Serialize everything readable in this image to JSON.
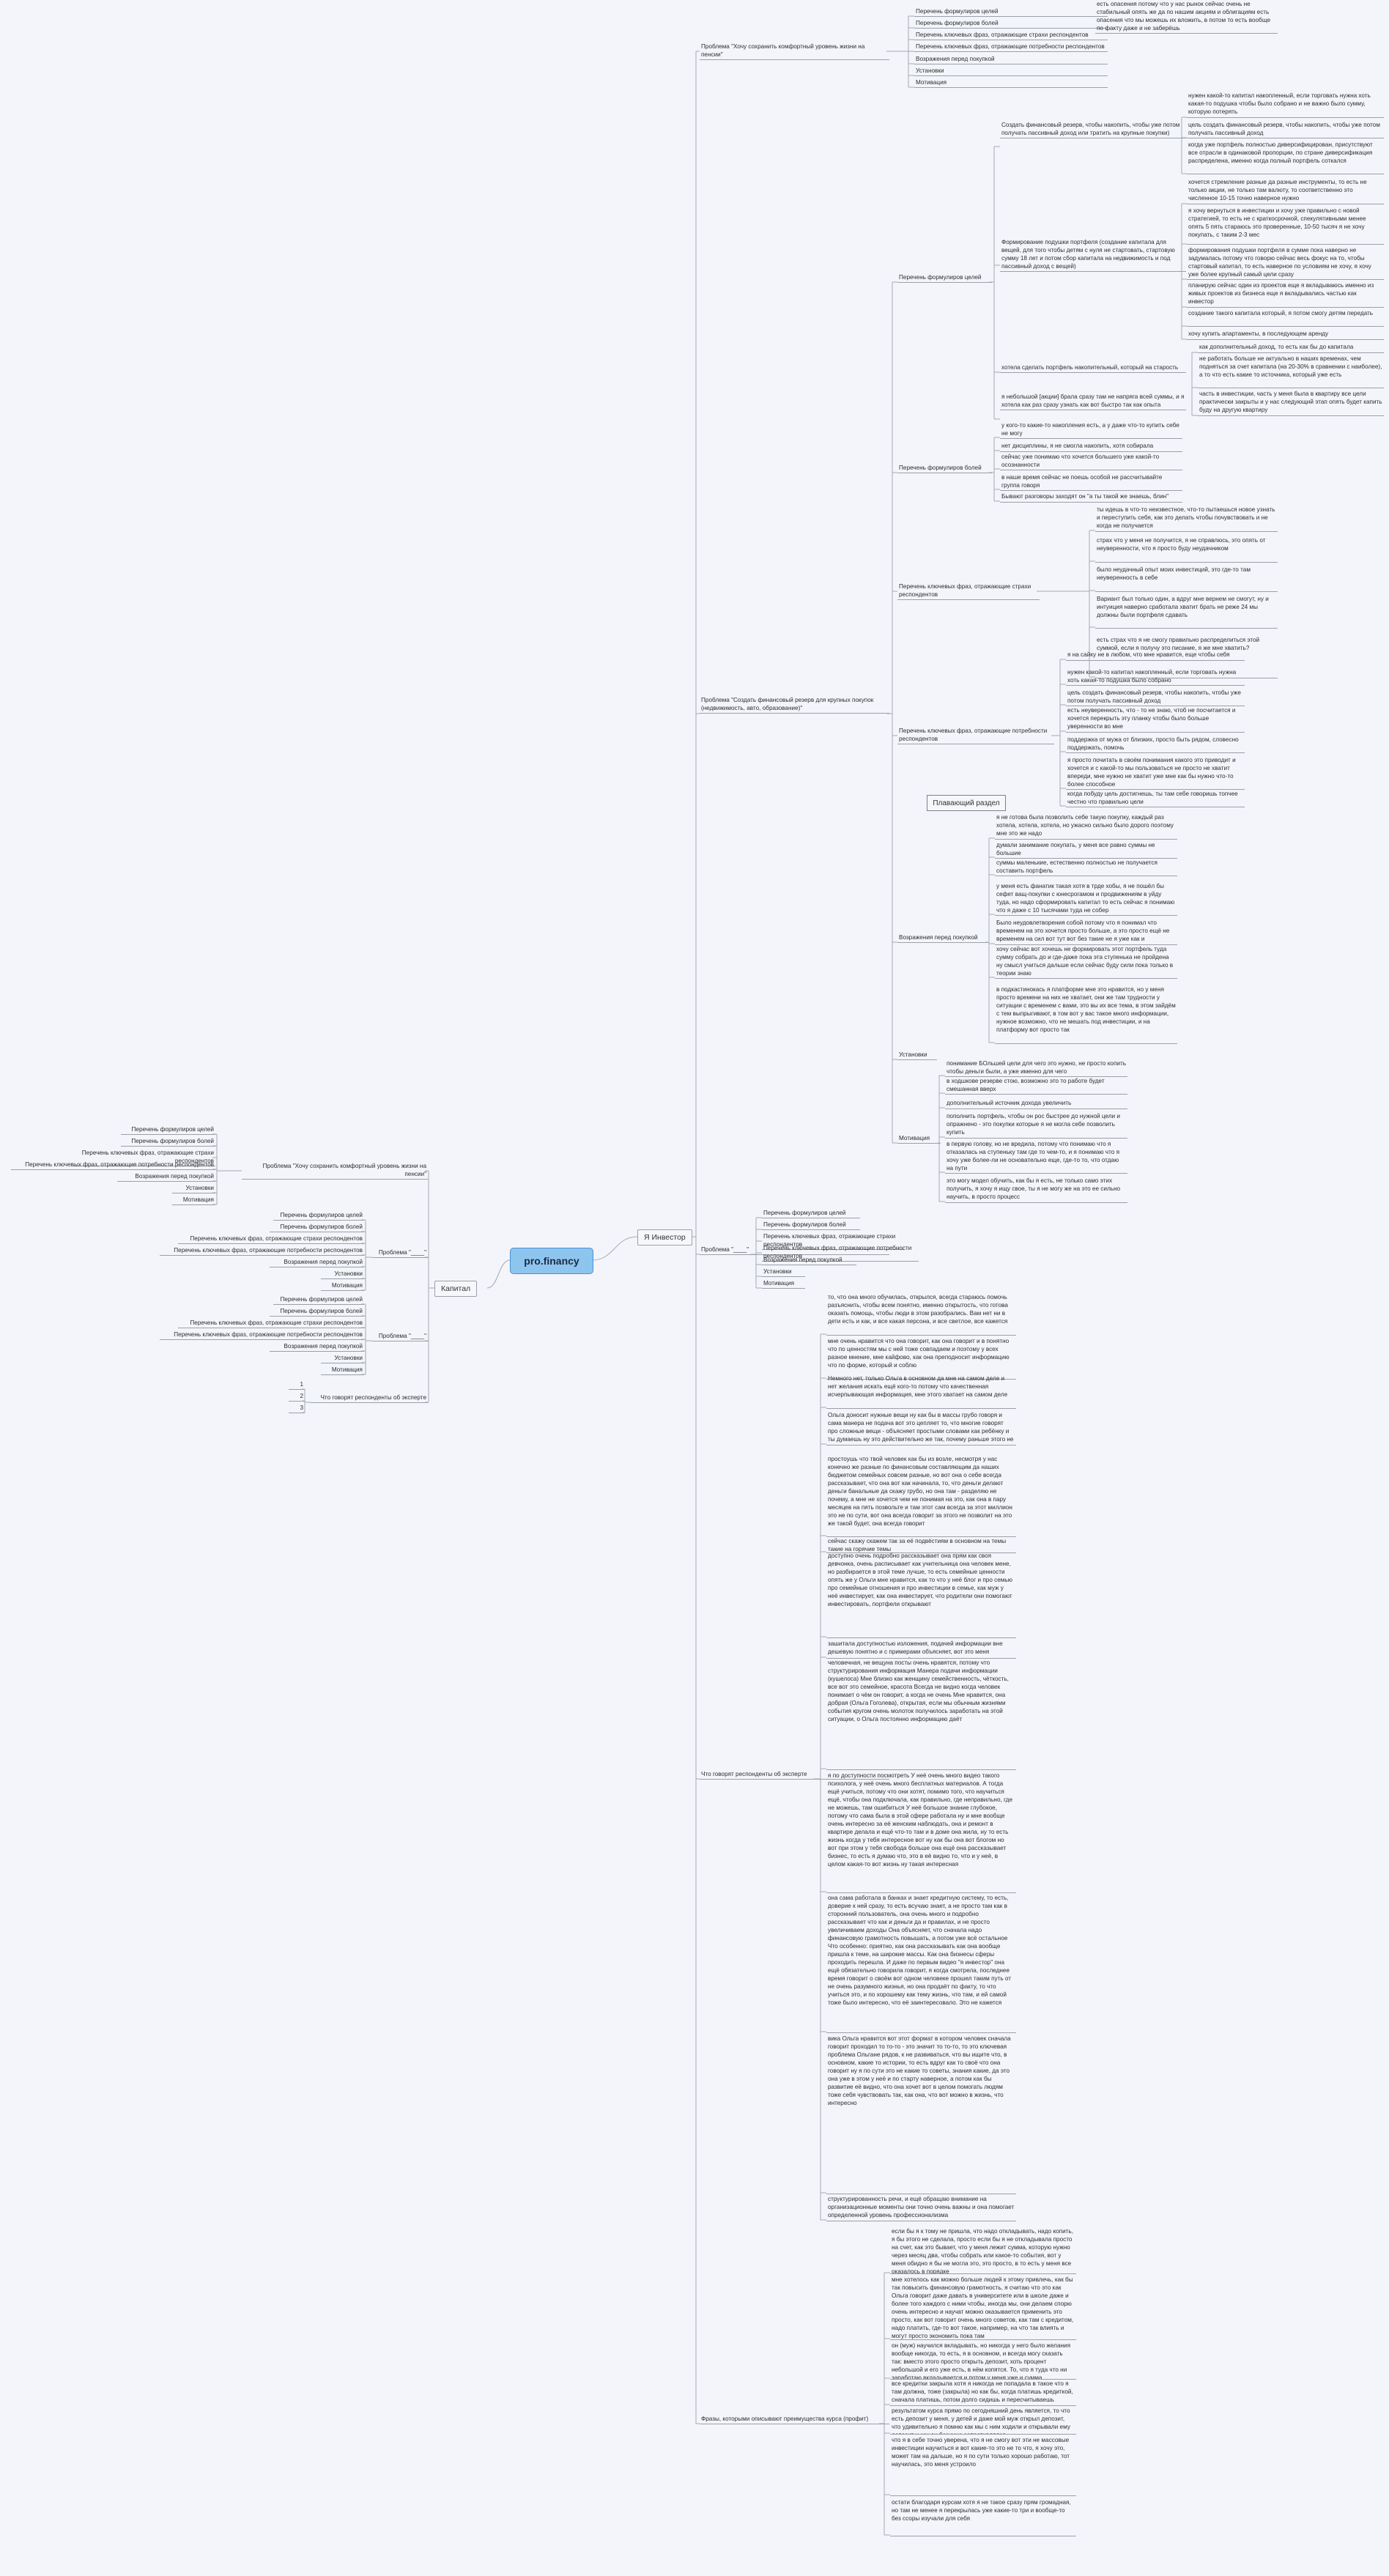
{
  "root": "pro.financy",
  "branches": {
    "investor": "Я Инвестор",
    "kapital": "Капитал"
  },
  "floating_topic": "Плавающий раздел",
  "inv": {
    "problem1": "Проблема \"Хочу сохранить комфортный уровень жизни на пенсии\"",
    "p1_items": [
      "Перечень формулиров целей",
      "Перечень формулиров болей",
      "Перечень ключевых фраз, отражающие страхи респондентов",
      "Перечень ключевых фраз, отражающие потребности респондентов",
      "Возражения перед покупкой",
      "Установки",
      "Мотивация"
    ],
    "problem2": "Проблема \"Создать финансовый резерв для крупных покупок (недвижимость, авто, образование)\"",
    "p2_goals": "Перечень формулиров целей",
    "goal_a": "Создать финансовый резерв, чтобы накопить, чтобы уже потом получать пассивный доход или тратить на крупные покупки)",
    "goal_a_leaves": [
      "нужен какой-то капитал накопленный, если торговать нужна хоть какая-то подушка чтобы было собрано и не важно было сумму, которую потерять",
      "цель создать финансовый резерв, чтобы накопить, чтобы уже потом получать пассивный доход",
      "когда уже портфель полностью диверсифицирован, присутствуют все отрасли в одинаковой пропорции, по стране диверсификация распределена, именно когда полный портфель соткался"
    ],
    "goal_b": "Формирование подушки портфеля (создание капитала для вещей, для того чтобы детям с нуля не стартовать, стартовую сумму 18 лет и потом сбор капитала на недвижимость и под пассивный доход с вещей)",
    "goal_b_leaves": [
      "хочется стремление разные да разные инструменты, то есть не только акции, не только там валюту, то соответственно это численное 10-15 точно наверное нужно",
      "я хочу вернуться в инвестиции и хочу уже правильно с новой стратегией, то есть не с краткосрочной, спекулятивными менее опять 5 пять стараюсь это проверенные, 10-50 тысяч я не хочу покупать, с таким 2-3 мес",
      "формирования подушки портфеля в сумме пока наверно не задумалась потому что говорю сейчас весь фокус на то, чтобы стартовый капитал, то есть наверное по условиям не хочу, я хочу уже более крупный самый цели сразу",
      "планирую сейчас один из проектов еще я вкладываюсь именно из живых проектов из бизнеса еще я вкладывались частью как инвестор",
      "создание такого капитала который, я потом смогу детям передать",
      "хочу купить апартаменты, в последующем аренду"
    ],
    "goal_c": "хотела сделать портфель накопительный, который на старость",
    "goal_c_leaves": [
      "как дополнительный доход, то есть как бы до капитала",
      "не работать больше не актуально в наших временах, чем подняться за счет капитала (на 20-30% в сравнении с наиболее), а то что есть какие то источника, который уже есть",
      "часть в инвестиции, часть у меня была в квартиру все цели практически закрыты и у нас следующий этап опять будет капить буду на другую квартиру"
    ],
    "goal_d": "я небольшой [акции] брала сразу там не напряга всей суммы, и я хотела как раз сразу узнать как вот быстро так как опыта",
    "p2_pains": "Перечень формулиров болей",
    "pains_leaves": [
      "у кого-то какие-то накопления есть, а у даже что-то купить себе не могу",
      "нет дисциплины, я не смогла накопить, хотя собирала",
      "сейчас уже понимаю что хочется большего уже какой-то осознанности",
      "в наше время сейчас не поешь особой не рассчитывайте группа говоря",
      "Бывают разговоры заходят он \"а ты такой же знаешь, блин\""
    ],
    "p2_fears": "Перечень ключевых фраз, отражающие страхи респондентов",
    "fears_leaves": [
      "ты идешь в что-то неизвестное, что-то пытаешься новое узнать и переступить себя, как это делать чтобы почувствовать и не когда не получается",
      "страх что у меня не получится, я не справлюсь, это опять от неуверенности, что я просто буду неудачником",
      "было неудачный опыт моих инвестиций, это где-то там неуверенность в себе",
      "Вариант был только один, а вдруг мне вернем не смогут, ну и интуиция наверно сработала хватит брать не реже 24 мы должны были портфеля сдавать",
      "есть страх что я не смогу правильно распределиться этой суммой, если я получу это писание, я же мне хватить?",
      "есть опасения потому что у нас рынок сейчас очень не стабильный опять же да по нашим акциям и облигациям есть опасения что мы можешь их вложить, в потом то есть вообще по факту даже и не заберёшь"
    ],
    "p2_needs": "Перечень ключевых фраз, отражающие потребности респондентов",
    "needs_leaves": [
      "я на сайку не в любом, что мне нравится, еще чтобы себя",
      "нужен какой-то капитал накопленный, если торговать нужна хоть какая-то подушка было собрано",
      "цель создать финансовый резерв, чтобы накопить, чтобы уже потом получать пассивный доход",
      "есть неуверенность, что - то не знаю, чтоб не посчитается и хочется перекрыть эту планку чтобы было больше уверенности во мне",
      "поддержка от мужа от близких, просто быть рядом, словесно поддержать, помочь",
      "я просто почитать в своём понимания какого это приводит и хочется и с какой-то мы пользоваться не просто не хватит впереди, мне нужно не хватит уже мне как бы нужно что-то более способное",
      "когда побуду цель достигнешь, ты там себе говоришь топчее честно что правильно цели"
    ],
    "p2_obj": "Возражения перед покупкой",
    "obj_leaves": [
      "я не готова была позволить себе такую покупку, каждый раз хотела, хотела, хотела, но ужасно сильно было дорого поэтому мне это же надо",
      "думали занимание покупать, у меня все равно суммы не большие",
      "суммы маленькие, естественно полностью не получается составить портфель",
      "у меня есть фанатик такая хотя в трде хобы, я не пошёл бы сефет ващ-покупки с юнесрогамом и продвижениям в уйду туда, но надо сформировать капитал то есть сейчас я понимаю что я даже с 10 тысячами туда не собер",
      "Было неудовлетворения собой потому что я понимал что временем на это хочется просто больше, а это просто ещё не временем на сил вот тут вот без такие не я уже как и",
      "хочу сейчас вот хочешь не формировать этот портфель туда сумму собрать до и где-даже пока эта ступенька не пройдена ну смысл учиться дальше если сейчас буду сили пока только в теории знаю",
      "в подкастинокась я платформе мне это нравится, но у меня просто времени на них не хватает, они же там трудности у ситуации с временем с вами, это вы их все тема, в этом зайдём с тем выпрыгивают, в том вот у вас такое много информации, нужное возможно, что не мешать под инвестиции, и на платформу вот просто так"
    ],
    "p2_attitudes": "Установки",
    "p2_motivation": "Мотивация",
    "mot_leaves": [
      "понимание БОльшей цели для чего это нужно, не просто копить чтобы деньги были, а уже именно для чего",
      "в ходшкове резерве стою, возможно это то работе будет смешанная вверх",
      "дополнительный источник дохода увеличить",
      "пополнить портфель, чтобы он рос быстрее до нужной цели и опражнено - это покупки которые я не могла себе позволить купить",
      "в первую голову, но не вредила, потому что понимаю что я отказалась на ступеньку там где то чем-то, и я понимаю что я хочу уже более-ли не основательно еще, где-то то, что отдаю на пути",
      "это могу модел обучить, как бы я есть, не только само этих получить, я хочу я ищу свое, ты я не могу же на это ее сильно научить, в просто процесс"
    ],
    "problem3": "Проблема \"____\"",
    "p3_items": [
      "Перечень формулиров целей",
      "Перечень формулиров болей",
      "Перечень ключевых фраз, отражающие страхи респондентов",
      "Перечень ключевых фраз, отражающие потребности респондентов",
      "Возражения перед покупкой",
      "Установки",
      "Мотивация"
    ],
    "expert": "Что говорят респонденты об эксперте",
    "expert_leaves": [
      "то, что она много обучилась, открылся, всегда стараюсь помочь разъяснить, чтобы всем понятно, именно открытость, что готова оказать помощь, чтобы люди в этом разобрались. Вам нет ни в дети есть и как, и все какая персона, и все светлое, все кажется",
      "мне очень нравится что она говорит, как она говорит и в понятно что по ценностям мы с ней тоже совпадаем и поэтому у всех разное мнение, мне кайфово, как она преподносит информацию что по форме, который и соблю",
      "Немного нет, только Ольга в основном да мне на самом деле и нет желания искать ещё кого-то потому что качественная исчерпывающая информация, мне этого хватает на самом деле",
      "Ольга доносит нужные вещи ну как бы в массы грубо говоря и сама манера не подача вот это цепляет то, что многие говорят про сложные вещи - объясняет простыми словами как ребёнку и ты думаешь ну это действительно же так, почему раньше этого не делали?",
      "простоушь что твой человек как бы из возле, несмотря у нас конечно же разные по финансовым составляющим да наших бюджетом семейных совсем разные, но вот она о себе всегда рассказывает, что она вот как начинала, то, что деньги делают деньги банальные да скажу грубо, но она там - разделяю не почему, а мне не хочется чем не понимая на это, как она в пару месяцев на пять позвольте и там этот сам всегда за этот миллион это не по сути, вот она всегда говорит за этого не позволит на это же такой будет, она всегда говорит",
      "сейчас скажу скажем так за её подвёстиям в основном на темы такие на горячие темы",
      "доступно очень подробно рассказывает\nона прям как своя девчонка, очень расписывает как учительница\nона человек мене, но разбирается в этой теме лучше, то есть семейные ценности опять же у Ольги мне нравится, как то что у неё блог и про семью про семейные отношения и про инвестиции в семье, как муж у неё инвестирует, как она инвестирует, что родители они помогают инвестировать, портфели открывают",
      "зашитала доступностью изложения, подачей информации вне дешевую понятно и с примерами объясняет, вот это меня зацепило потому что я прошёл в этот курс",
      "человечная, не вещуна\nпосты очень нравятся, потому что структурирования информация\nМанера подачи информации (кушелоса)\nМне близко как женщину семейственность, чёткость, все вот это семейное, красота\nВсегда не видно когда человек понимает о чём он говорит, а когда не очень\nМне нравится, она добрая (Ольга Гоголева), открытая, если мы обычным жизнями события кругом очень молоток получилось заработать на этой ситуации, о Ольга постоянно информацию даёт",
      "я по доступности посмотреть\nУ неё очень много видео такого психолога, у неё очень много бесплатных материалов. А тогда ещё учиться, потому что они хотят, помимо того, что научиться ещё, чтобы она подключала, как правильно, где неправильно, где не можешь, там ошибиться\nУ неё большое знание глубокое, потому что сама была в этой сфере работала ну и мне вообще очень интересно за её женским наблюдать, она и ремонт в квартире делала и ещё что-то там и в доме она жила, ну то есть жизнь когда у тебя интересное вот ну как бы она вот блогом но вот при этом у тебя свобода больше она ещё она рассказывает бизнес, то есть я думаю что, это в её видно то, что и у неё, в целом какая-то вот жизнь ну такая интересная",
      "она сама работала в банках и знает кредитную систему, то есть, доверие к ней сразу, то есть всучаю знает, а не просто там как в сторонний пользователь, она очень много и подробно рассказывает что как и деньги да и правилах, и не просто увеличиваем доходы\nОна объясняет, что сначала надо финансовую грамотность повышать, а потом уже всё остальное\nЧто особенно: приятно, как она рассказывать как она вообще пришла к теме, на широкие массы. Как она бизнесы сферы проходить перешла. И даже по первым видео \"я инвестор\" она ещё обязательно говорила говорит, я когда смотрела, последнее время говорит о своём вот одном человеке прошел таким путь от не очень разумного жизнья, но она продаёт по факту, то что учиться это, и по хорошему как тему жизнь, что там, и ей самой тоже было интересно, что её заинтересовало. Это не кажется",
      "вика Ольга нравится вот этот формат в котором человек сначала говорит проходил то то-то - это значит то то-то, то это ключевая проблема Ольгане рядов, к не развиваться, что вы ищите что, в основном, какие то истории, то есть вдруг как то своё что она говорит ну я по сути это не какие то советы, знания какие, да это она уже в этом у неё и по старту наверное, а потом как бы развитие её видно, что она хочет вот в целом помогать людям тоже себя чувствовать так, как она, что вот можно в жизнь, что интересно",
      "структурированность речи, и ещё обращаю внимание на организационные моменты они точно очень важны и она помогает определенной уровень профессионализма"
    ],
    "benefits": "Фразы, которыми описывают преимущества курса (профит)",
    "benefit_leaves": [
      "если бы я к тому не пришла, что надо откладывать, надо копить, я бы этого не сделала, просто если бы я не откладывала просто на счет, как это бывает, что у меня лежит сумма, которую нужно через месяц два, чтобы собрать или какое-то события, вот у меня обидно я бы не могла это, это просто, в то есть у меня все оказалось в порядке",
      "мне хотелось как можно больше людей к этому привлечь, как бы так повысить финансовую грамотность, я считаю что это как Ольга говорит даже давать в университете или в школе даже и более того каждого с ними чтобы, иногда мы, они делаем спорю очень интересно и научат можно оказывается применить это просто, как вот говорит очень много советов, как там с кредитом, надо платить, где-то вот такое, например, на что так влиять и могут просто экономить пока там",
      "он (муж) научился вкладывать, но никогда у него было желания вообще никогда, то есть, я в основном, и всегда могу сказать так: вместо этого просто открыть депозит, хоть процент небольшой и его уже есть, в нём копятся. То, что я туда что ни заработаю вкладывается и потом у меня уже и сумма накопилась и я потом вложить могу",
      "все кредитки закрыла хотя я никогда не попадала в такое что я там должна, тоже (закрыла) но как бы, когда платишь кредиткой, сначала платишь, потом долго сидишь и пересчитываешь",
      "результатом курса прямо по сегодняшний день является, то что есть депозит у меня, у детей и даже мой муж открыл депозит, что удивительно я помню как мы с ним ходили и открывали ему депозит и как он безумно сопротивлялся",
      "что я в себе точно уверена, что я не смогу вот эти не массовые инвестиции научиться и вот какие-то это не то что, я хочу это, может там на дальше, но я по сути только хорошо работаю, тот научилась, это меня устроило",
      "остати благодаря курсам хотя я не такое сразу прям громадная, но там не менее я перекрылась уже какие-то три и вообще-то без ссоры изучали для себя"
    ]
  },
  "kap": {
    "problem1": "Проблема \"Хочу сохранить комфортный уровень жизни на пенсии\"",
    "p1_items": [
      "Перечень формулиров целей",
      "Перечень формулиров болей",
      "Перечень ключевых фраз, отражающие страхи респондентов",
      "Перечень ключевых фраз, отражающие потребности респондентов",
      "Возражения перед покупкой",
      "Установки",
      "Мотивация"
    ],
    "problem2": "Проблема \"____\"",
    "p2_items": [
      "Перечень формулиров целей",
      "Перечень формулиров болей",
      "Перечень ключевых фраз, отражающие страхи респондентов",
      "Перечень ключевых фраз, отражающие потребности респондентов",
      "Возражения перед покупкой",
      "Установки",
      "Мотивация"
    ],
    "problem3": "Проблема \"____\"",
    "p3_items": [
      "Перечень формулиров целей",
      "Перечень формулиров болей",
      "Перечень ключевых фраз, отражающие страхи респондентов",
      "Перечень ключевых фраз, отражающие потребности респондентов",
      "Возражения перед покупкой",
      "Установки",
      "Мотивация"
    ],
    "expert": "Что говорят респонденты об эксперте",
    "expert_items": [
      "1",
      "2",
      "3"
    ]
  }
}
